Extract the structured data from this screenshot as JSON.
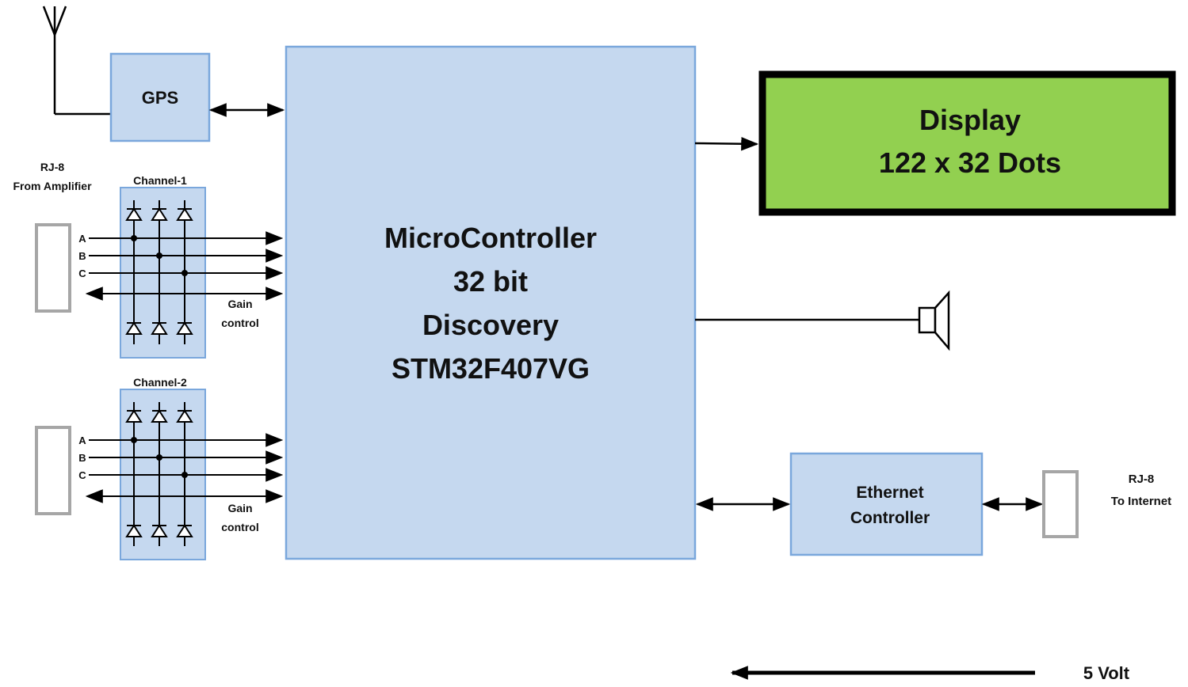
{
  "gps": {
    "label": "GPS"
  },
  "mcu": {
    "lines": [
      "MicroController",
      "32 bit",
      "Discovery",
      "STM32F407VG"
    ]
  },
  "display": {
    "line1": "Display",
    "line2": "122 x 32 Dots"
  },
  "rj8_in": {
    "line1": "RJ-8",
    "line2": "From Amplifier"
  },
  "channel1": {
    "title": "Channel-1",
    "inputs": [
      "A",
      "B",
      "C"
    ],
    "gain_line1": "Gain",
    "gain_line2": "control"
  },
  "channel2": {
    "title": "Channel-2",
    "inputs": [
      "A",
      "B",
      "C"
    ],
    "gain_line1": "Gain",
    "gain_line2": "control"
  },
  "ethernet": {
    "line1": "Ethernet",
    "line2": "Controller"
  },
  "rj8_out": {
    "line1": "RJ-8",
    "line2": "To Internet"
  },
  "power": {
    "label": "5 Volt"
  },
  "colors": {
    "block_fill": "#c5d8ef",
    "block_stroke": "#7aa7dc",
    "display_fill": "#92d050",
    "connector_stroke": "#a6a6a6"
  }
}
